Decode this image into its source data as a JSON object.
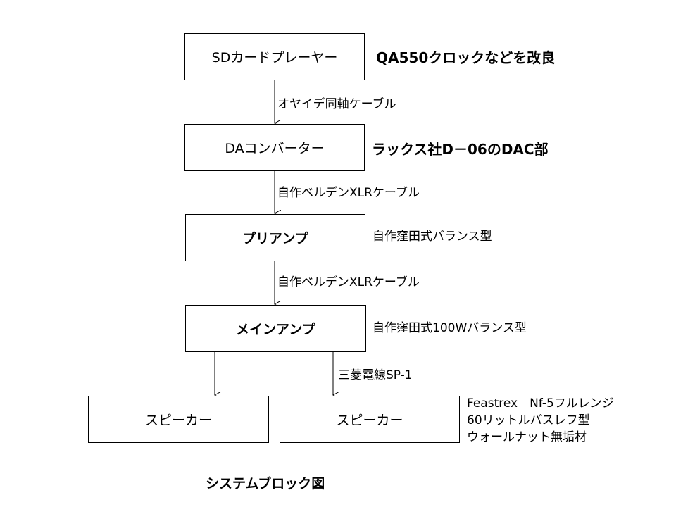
{
  "nodes": {
    "sd_player": "SDカードプレーヤー",
    "da_converter": "DAコンバーター",
    "preamp": "プリアンプ",
    "main_amp": "メインアンプ",
    "speaker_left": "スピーカー",
    "speaker_right": "スピーカー"
  },
  "notes": {
    "sd_player": "QA550クロックなどを改良",
    "da_converter": "ラックス社D－06のDAC部",
    "preamp": "自作窪田式バランス型",
    "main_amp": "自作窪田式100Wバランス型"
  },
  "cables": {
    "sd_to_dac": "オヤイデ同軸ケーブル",
    "dac_to_pre": "自作ベルデンXLRケーブル",
    "pre_to_main": "自作ベルデンXLRケーブル",
    "main_to_speaker": "三菱電線SP-1"
  },
  "speaker_spec": [
    "Feastrex　Nf-5フルレンジ",
    "60リットルバスレフ型",
    "ウォールナット無垢材"
  ],
  "title": "システムブロック図"
}
